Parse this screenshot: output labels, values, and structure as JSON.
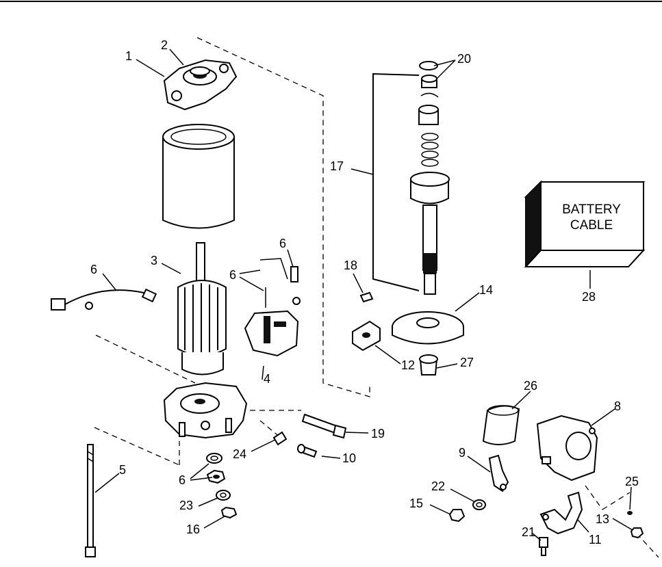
{
  "callouts": {
    "c1": "1",
    "c2": "2",
    "c3": "3",
    "c4": "4",
    "c5": "5",
    "c6a": "6",
    "c6b": "6",
    "c6c": "6",
    "c6d": "6",
    "c8": "8",
    "c9": "9",
    "c10": "10",
    "c11": "11",
    "c12": "12",
    "c13": "13",
    "c14": "14",
    "c15": "15",
    "c16": "16",
    "c17": "17",
    "c18": "18",
    "c19": "19",
    "c20": "20",
    "c21": "21",
    "c22": "22",
    "c23": "23",
    "c24": "24",
    "c25": "25",
    "c26": "26",
    "c27": "27",
    "c28": "28"
  },
  "battery_box": {
    "line1": "BATTERY",
    "line2": "CABLE"
  }
}
